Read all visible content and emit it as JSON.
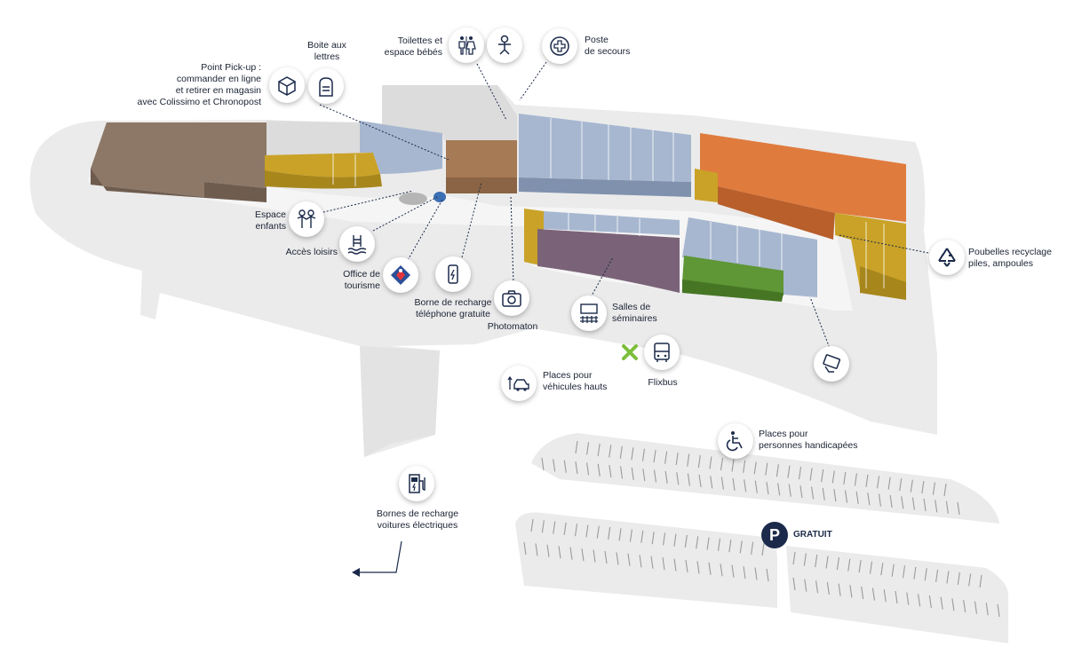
{
  "map": {
    "points": [
      {
        "id": "pickup",
        "icon": "parcel-icon",
        "lines": [
          "Point Pick-up :",
          "commander en ligne",
          "et retirer en magasin",
          "avec Colissimo et Chronopost"
        ]
      },
      {
        "id": "mailbox",
        "icon": "mailbox-icon",
        "lines": [
          "Boite aux",
          "lettres"
        ]
      },
      {
        "id": "toilets",
        "icon": "toilets-icon",
        "lines": [
          "Toilettes et",
          "espace bébés"
        ]
      },
      {
        "id": "baby",
        "icon": "baby-icon",
        "lines": []
      },
      {
        "id": "firstaid",
        "icon": "first-aid-icon",
        "lines": [
          "Poste",
          "de secours"
        ]
      },
      {
        "id": "kids",
        "icon": "children-icon",
        "lines": [
          "Espace",
          "enfants"
        ]
      },
      {
        "id": "leisure",
        "icon": "swimming-pool-icon",
        "lines": [
          "Accès loisirs"
        ]
      },
      {
        "id": "tourism",
        "icon": "tourism-office-icon",
        "lines": [
          "Office de",
          "tourisme"
        ]
      },
      {
        "id": "phonecharge",
        "icon": "phone-charging-icon",
        "lines": [
          "Borne de recharge",
          "téléphone gratuite"
        ]
      },
      {
        "id": "photo",
        "icon": "camera-icon",
        "lines": [
          "Photomaton"
        ]
      },
      {
        "id": "seminar",
        "icon": "seminar-room-icon",
        "lines": [
          "Salles de",
          "séminaires"
        ]
      },
      {
        "id": "recycle",
        "icon": "recycle-icon",
        "lines": [
          "Poubelles recyclage",
          "piles, ampoules"
        ]
      },
      {
        "id": "flixbus",
        "icon": "bus-icon",
        "lines": [
          "Flixbus"
        ]
      },
      {
        "id": "tallvehicles",
        "icon": "tall-vehicle-icon",
        "lines": [
          "Places pour",
          "véhicules hauts"
        ]
      },
      {
        "id": "card",
        "icon": "payment-card-icon",
        "lines": []
      },
      {
        "id": "disabled",
        "icon": "wheelchair-icon",
        "lines": [
          "Places pour",
          "personnes handicapées"
        ]
      },
      {
        "id": "evcharge",
        "icon": "ev-charging-icon",
        "lines": [
          "Bornes de recharge",
          "voitures électriques"
        ]
      }
    ],
    "parking": {
      "letter": "P",
      "label": "GRATUIT"
    },
    "colors": {
      "ground": "#ebebeb",
      "walk": "#f5f5f5",
      "brown": "#8d7867",
      "gold": "#c9a227",
      "blue": "#a7b7d0",
      "orange": "#e07b3e",
      "plum": "#7a6378",
      "green": "#5f9636",
      "copper": "#a57a55",
      "navy": "#1b2a4a",
      "bus-mark": "#7bbf3a"
    }
  }
}
